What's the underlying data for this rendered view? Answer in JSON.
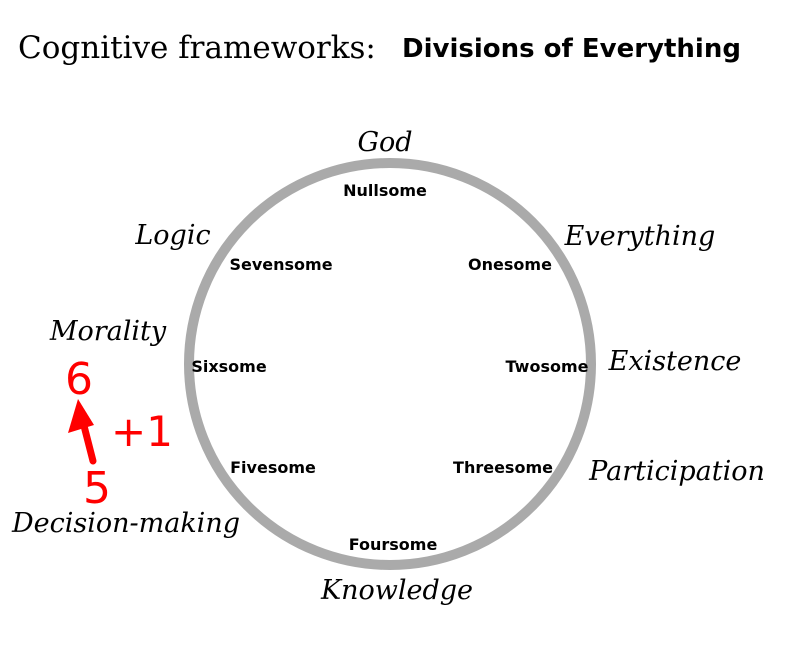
{
  "title": {
    "prefix": "Cognitive frameworks:",
    "main": "Divisions of Everything"
  },
  "colors": {
    "ring": "#aaaaaa",
    "accent": "#ff0000",
    "text": "#000000"
  },
  "divisions": [
    "Nullsome",
    "Onesome",
    "Twosome",
    "Threesome",
    "Foursome",
    "Fivesome",
    "Sixsome",
    "Sevensome"
  ],
  "concepts": [
    "God",
    "Everything",
    "Existence",
    "Participation",
    "Knowledge",
    "Decision-making",
    "Morality",
    "Logic"
  ],
  "annotation": {
    "from": "5",
    "to": "6",
    "delta": "+1",
    "icon": "up-arrow-icon"
  }
}
